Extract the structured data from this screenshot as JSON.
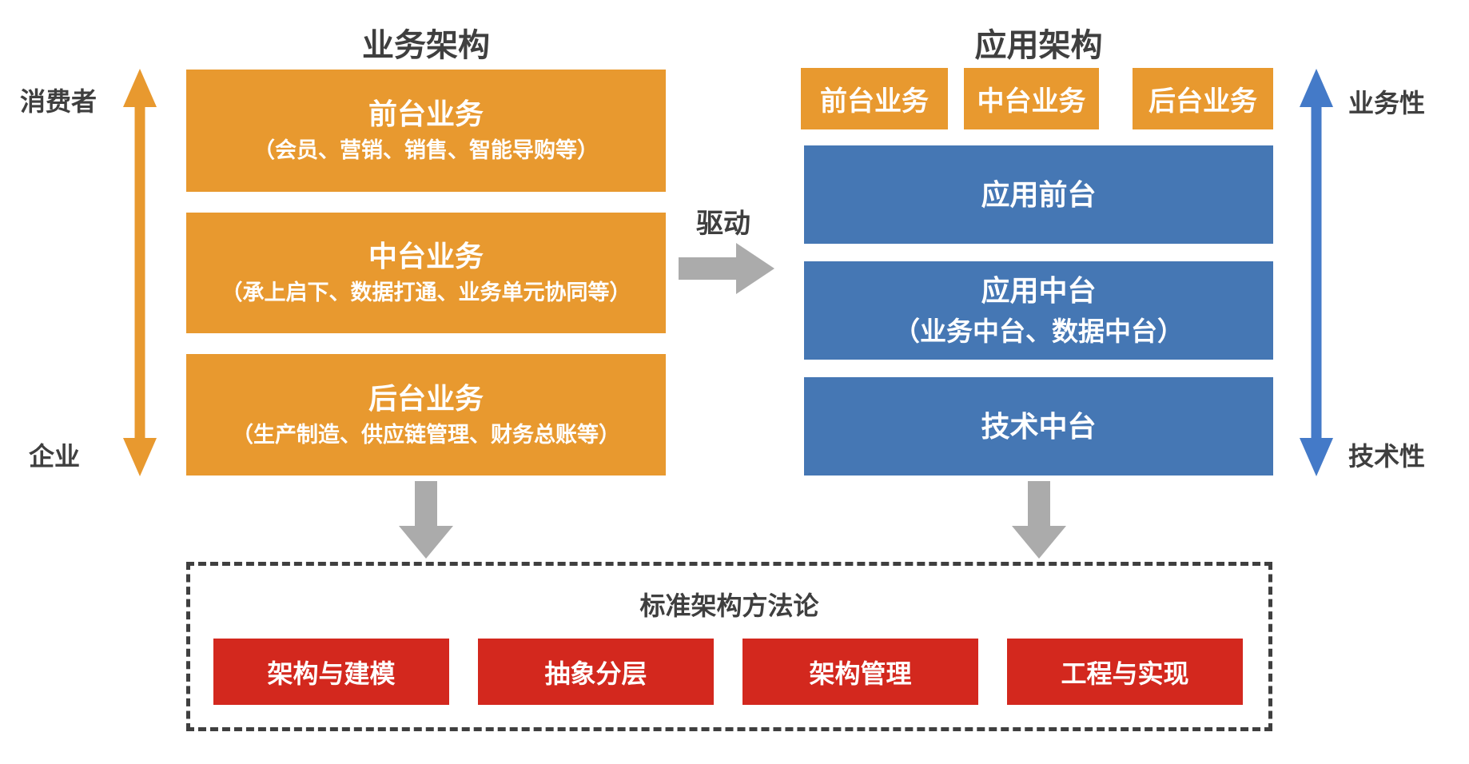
{
  "colors": {
    "orange": "#E8992F",
    "blue": "#4577B4",
    "blue_arrow": "#447AC8",
    "red": "#D3281E",
    "gray_arrow": "#ABABAB",
    "dark_text": "#3F3F3F"
  },
  "left_section": {
    "title": "业务架构",
    "axis": {
      "top_label": "消费者",
      "bottom_label": "企业"
    },
    "boxes": [
      {
        "title": "前台业务",
        "subtitle": "（会员、营销、销售、智能导购等）"
      },
      {
        "title": "中台业务",
        "subtitle": "（承上启下、数据打通、业务单元协同等）"
      },
      {
        "title": "后台业务",
        "subtitle": "（生产制造、供应链管理、财务总账等）"
      }
    ]
  },
  "drive": {
    "label": "驱动"
  },
  "right_section": {
    "title": "应用架构",
    "axis": {
      "top_label": "业务性",
      "bottom_label": "技术性"
    },
    "top_boxes": [
      "前台业务",
      "中台业务",
      "后台业务"
    ],
    "layers": [
      {
        "title": "应用前台",
        "subtitle": ""
      },
      {
        "title": "应用中台",
        "subtitle": "（业务中台、数据中台）"
      },
      {
        "title": "技术中台",
        "subtitle": ""
      }
    ]
  },
  "bottom_section": {
    "title": "标准架构方法论",
    "boxes": [
      "架构与建模",
      "抽象分层",
      "架构管理",
      "工程与实现"
    ]
  }
}
